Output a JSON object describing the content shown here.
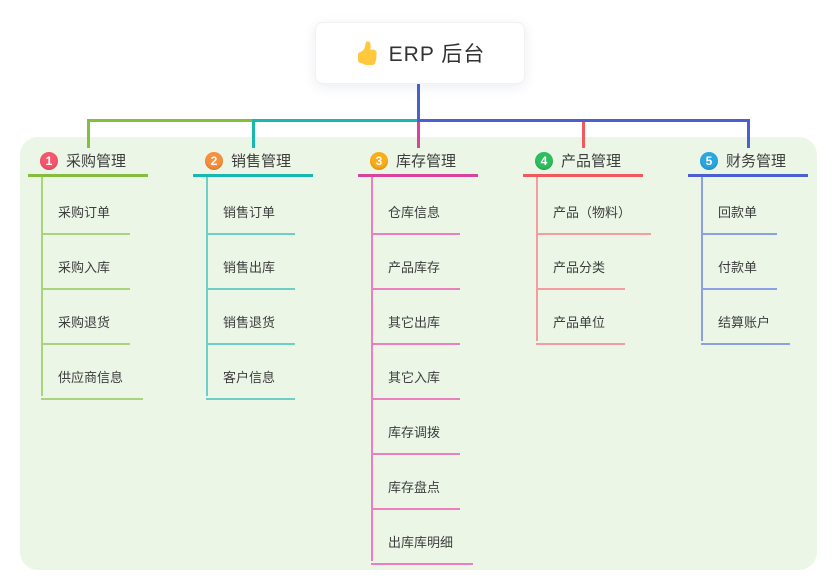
{
  "root": {
    "title": "ERP 后台",
    "icon": "thumbs-up-icon",
    "icon_color": "#FFC83D",
    "line_color": "#4A60D1"
  },
  "panel": {
    "background": "#EBF6E7"
  },
  "branches": [
    {
      "badge": "1",
      "badge_color": "#F5566B",
      "label": "采购管理",
      "line_color": "#85BE3F",
      "child_line_color": "#A9D47C",
      "children": [
        "采购订单",
        "采购入库",
        "采购退货",
        "供应商信息"
      ]
    },
    {
      "badge": "2",
      "badge_color": "#F78F3C",
      "label": "销售管理",
      "line_color": "#17B9AF",
      "child_line_color": "#6FCFC7",
      "children": [
        "销售订单",
        "销售出库",
        "销售退货",
        "客户信息"
      ]
    },
    {
      "badge": "3",
      "badge_color": "#FBAC19",
      "label": "库存管理",
      "line_color": "#D8439C",
      "child_line_color": "#EC7FC0",
      "children": [
        "仓库信息",
        "产品库存",
        "其它出库",
        "其它入库",
        "库存调拨",
        "库存盘点",
        "出库库明细"
      ]
    },
    {
      "badge": "4",
      "badge_color": "#2EBE5F",
      "label": "产品管理",
      "line_color": "#F1595C",
      "child_line_color": "#F59C9E",
      "children": [
        "产品（物料）",
        "产品分类",
        "产品单位"
      ]
    },
    {
      "badge": "5",
      "badge_color": "#2BA6DF",
      "label": "财务管理",
      "line_color": "#4A60D1",
      "child_line_color": "#8CA0E5",
      "children": [
        "回款单",
        "付款单",
        "结算账户"
      ]
    }
  ]
}
